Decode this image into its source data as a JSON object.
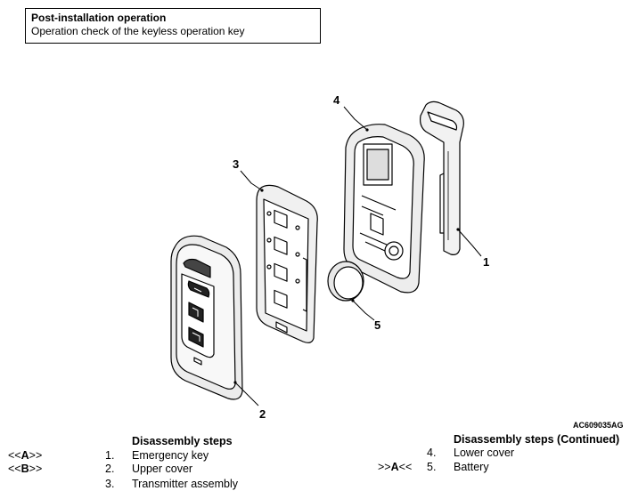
{
  "note": {
    "title": "Post-installation operation",
    "text": "Operation check of the keyless operation key"
  },
  "figure": {
    "callouts": [
      "1",
      "2",
      "3",
      "4",
      "5"
    ],
    "code": "AC609035AG"
  },
  "steps_left": {
    "heading": "Disassembly steps",
    "items": [
      {
        "mark_pre": "<<",
        "mark": "A",
        "mark_post": ">>",
        "num": "1.",
        "label": "Emergency key"
      },
      {
        "mark_pre": "<<",
        "mark": "B",
        "mark_post": ">>",
        "num": "2.",
        "label": "Upper cover"
      },
      {
        "mark_pre": "",
        "mark": "",
        "mark_post": "",
        "num": "3.",
        "label": "Transmitter assembly"
      }
    ]
  },
  "steps_right": {
    "heading": "Disassembly steps (Continued)",
    "items": [
      {
        "mark_pre": "",
        "mark": "",
        "mark_post": "",
        "num": "4.",
        "label": "Lower cover"
      },
      {
        "mark_pre": ">>",
        "mark": "A",
        "mark_post": "<<",
        "num": "5.",
        "label": "Battery"
      }
    ]
  }
}
